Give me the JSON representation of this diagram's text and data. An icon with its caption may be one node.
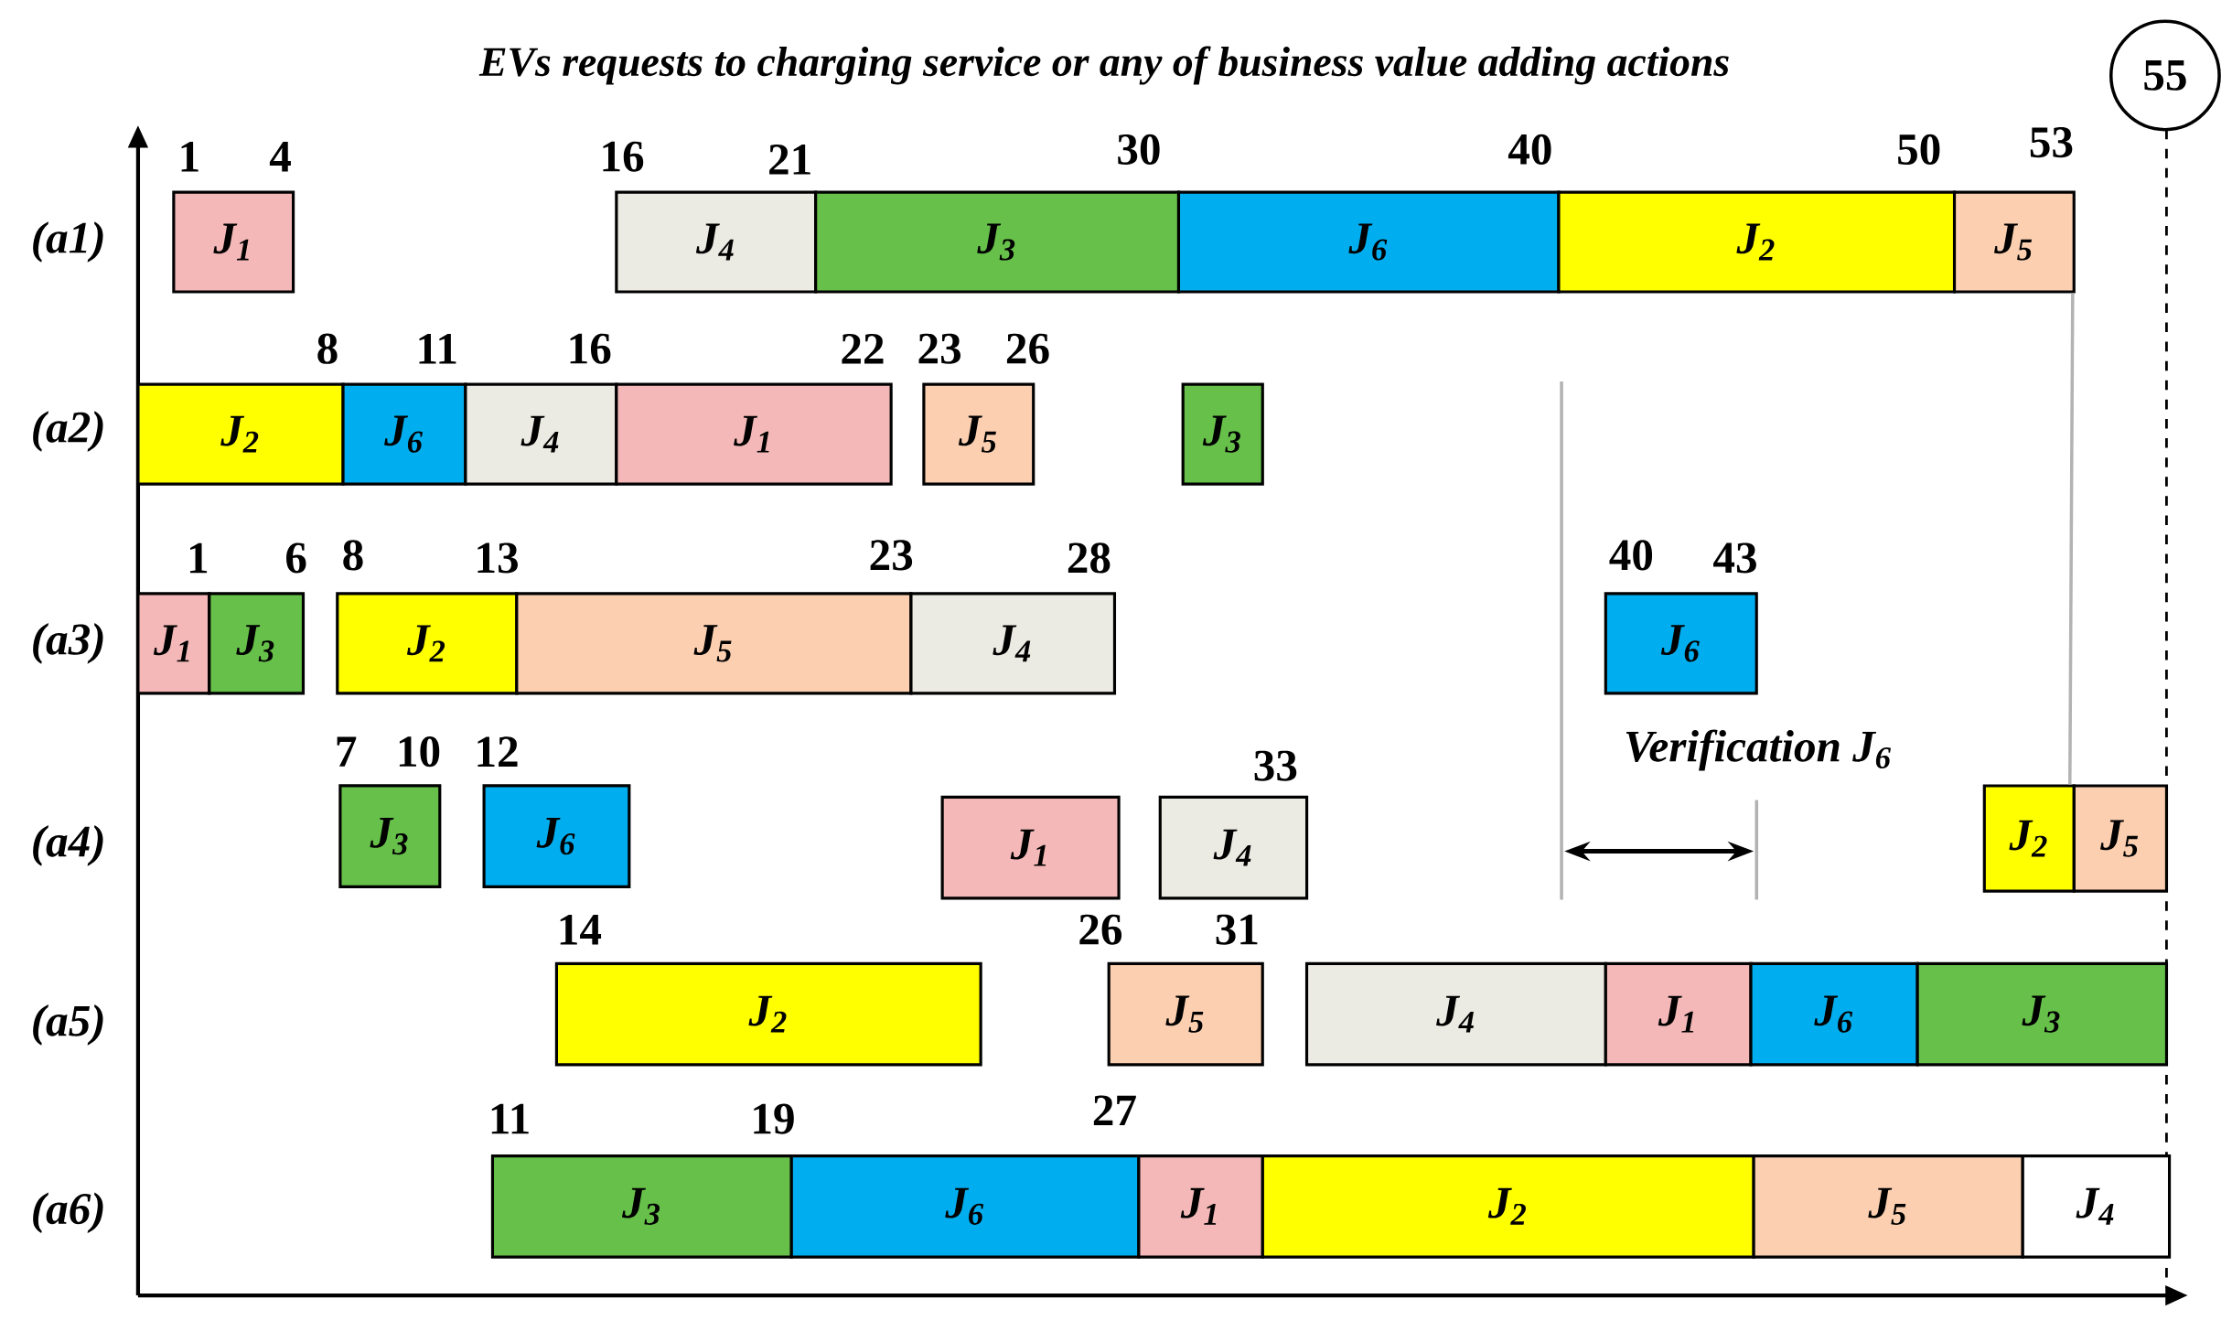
{
  "diagram": {
    "title": "EVs requests to charging service or any of business value adding actions",
    "nodes": [
      {
        "text": [
          "55"
        ]
      },
      {
        "text": [
          "J$_{1}$"
        ]
      },
      {
        "text": [
          "J$_{4}$"
        ]
      },
      {
        "text": [
          "J$_{3}$"
        ]
      },
      {
        "text": [
          "J$_{6}$"
        ]
      },
      {
        "text": [
          "J$_{2}$"
        ]
      },
      {
        "text": [
          "J$_{5}$"
        ]
      },
      {
        "text": [
          "J$_{2}$"
        ]
      },
      {
        "text": [
          "J$_{6}$"
        ]
      },
      {
        "text": [
          "J$_{4}$"
        ]
      },
      {
        "text": [
          "J$_{1}$"
        ]
      },
      {
        "text": [
          "J$_{5}$"
        ]
      },
      {
        "text": [
          "J$_{3}$"
        ]
      },
      {
        "text": [
          "J$_{1}$"
        ]
      },
      {
        "text": [
          "J$_{3}$"
        ]
      },
      {
        "text": [
          "J$_{2}$"
        ]
      },
      {
        "text": [
          "J$_{5}$"
        ]
      },
      {
        "text": [
          "J$_{4}$"
        ]
      },
      {
        "text": [
          "J$_{6}$"
        ]
      },
      {
        "text": [
          "J$_{3}$"
        ]
      },
      {
        "text": [
          "J$_{6}$"
        ]
      },
      {
        "text": [
          "J$_{1}$"
        ]
      },
      {
        "text": [
          "J$_{4}$"
        ]
      },
      {
        "text": [
          "J$_{2}$"
        ]
      },
      {
        "text": [
          "J$_{5}$"
        ]
      },
      {
        "text": [
          "J$_{2}$"
        ]
      },
      {
        "text": [
          "J$_{5}$"
        ]
      },
      {
        "text": [
          "J$_{4}$"
        ]
      },
      {
        "text": [
          "J$_{1}$"
        ]
      },
      {
        "text": [
          "J$_{6}$"
        ]
      },
      {
        "text": [
          "J$_{3}$"
        ]
      },
      {
        "text": [
          "J$_{3}$"
        ]
      },
      {
        "text": [
          "J$_{6}$"
        ]
      },
      {
        "text": [
          "J$_{1}$"
        ]
      },
      {
        "text": [
          "J$_{2}$"
        ]
      },
      {
        "text": [
          "J$_{5}$"
        ]
      },
      {
        "text": [
          "J$_{4}$"
        ]
      }
    ],
    "edges": [
      {
        "from": 6,
        "to": 24,
        "arrow": "none",
        "color": "#b3b3b3"
      }
    ],
    "labels": [
      "1",
      "4",
      "16",
      "21",
      "30",
      "40",
      "50",
      "53",
      "(a1)",
      "8",
      "11",
      "16",
      "22",
      "23",
      "26",
      "(a2)",
      "1",
      "6",
      "8",
      "13",
      "23",
      "28",
      "40",
      "43",
      "(a3)",
      "7",
      "10",
      "12",
      "33",
      "Verification  J$_{6}$",
      "(a4)",
      "14",
      "26",
      "31",
      "(a5)",
      "11",
      "19",
      "27",
      "(a6)"
    ]
  }
}
